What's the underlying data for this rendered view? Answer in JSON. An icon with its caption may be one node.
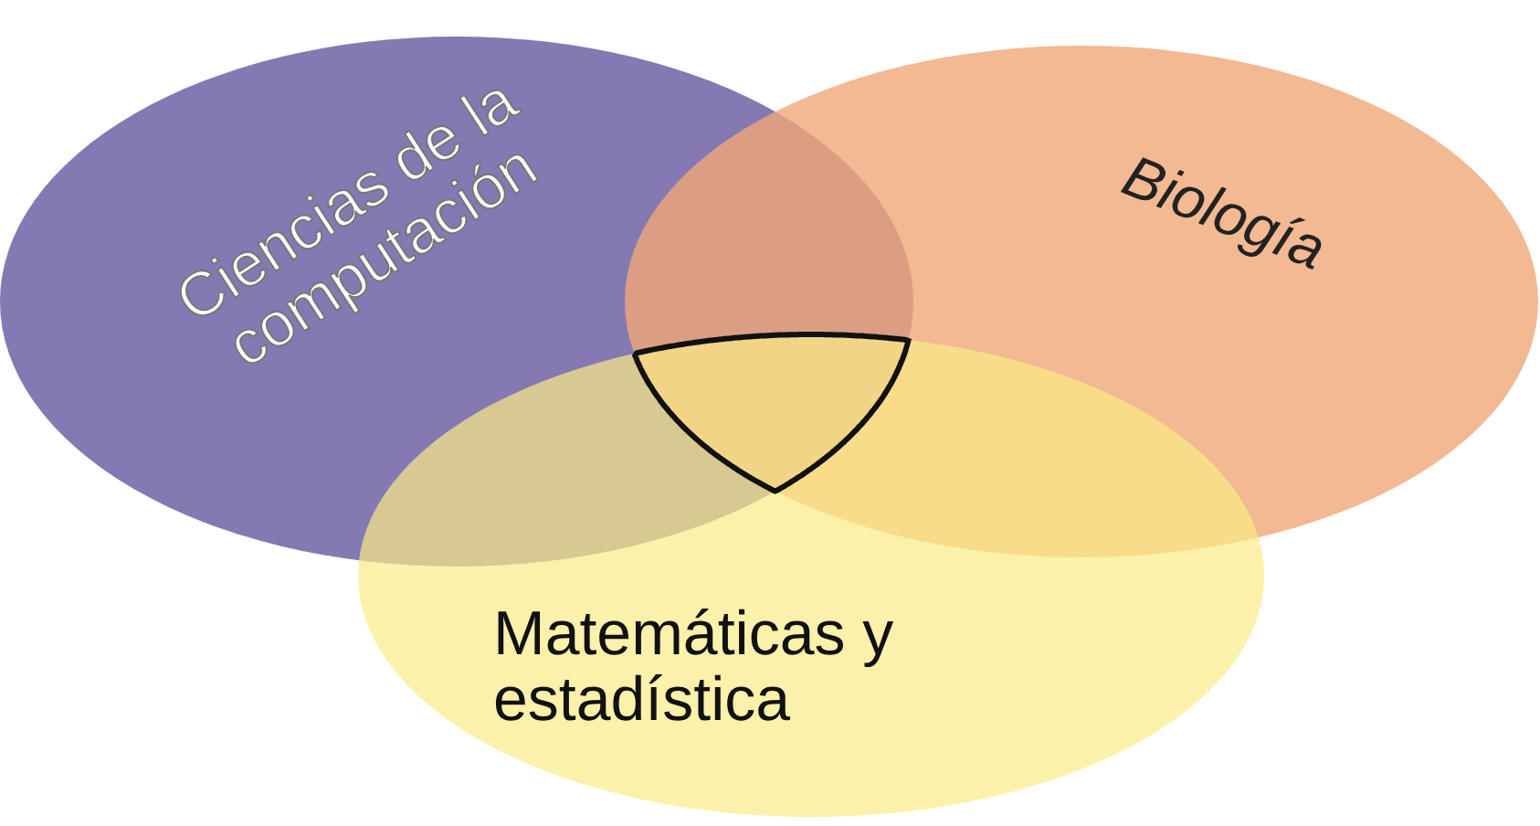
{
  "diagram": {
    "nodes": [
      {
        "text": [
          "Ciencias de la computación"
        ]
      },
      {
        "text": [
          "Biología"
        ]
      },
      {
        "text": [
          "Matemáticas y estadística"
        ]
      },
      {
        "text": [],
        "shape": "outline"
      }
    ],
    "edges": []
  }
}
